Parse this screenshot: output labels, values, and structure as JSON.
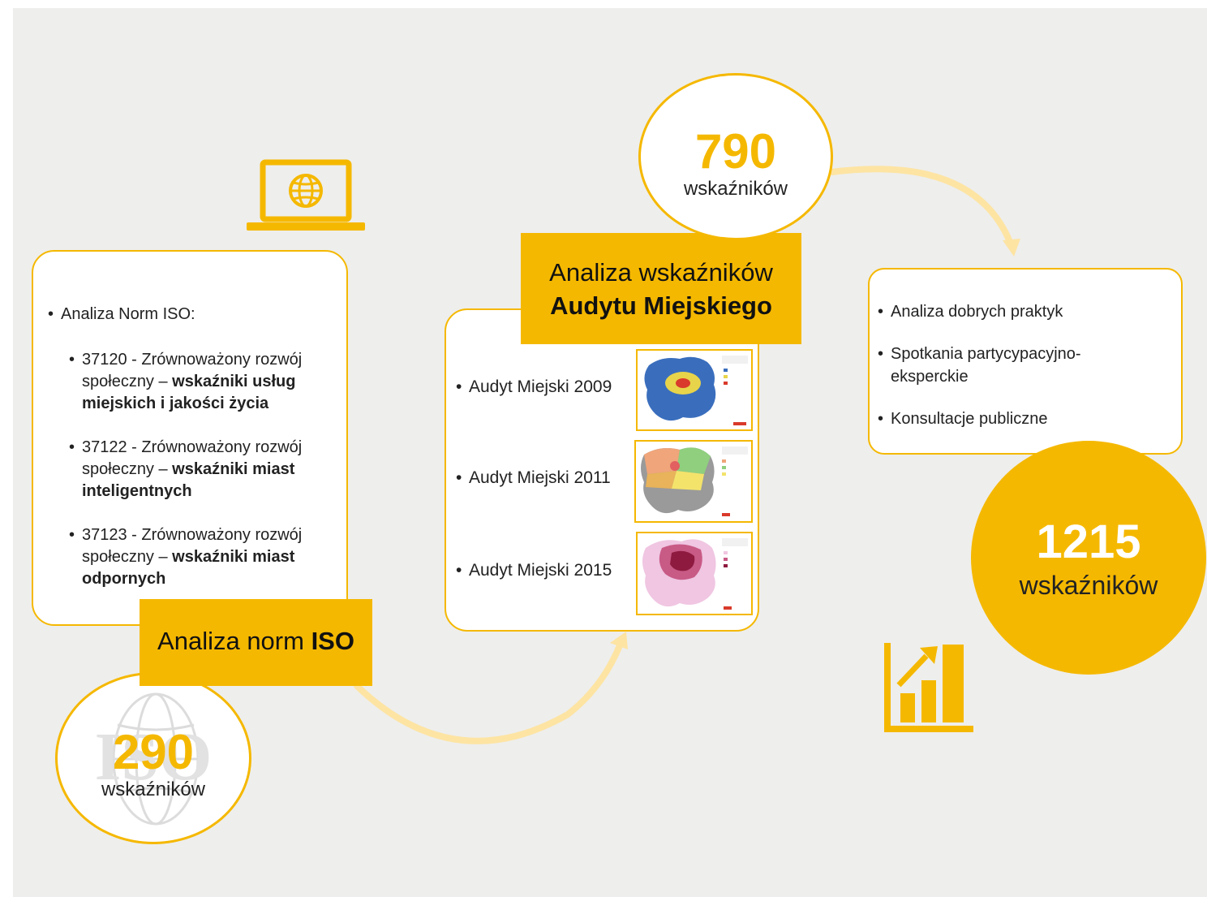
{
  "colors": {
    "accent": "#f5b800",
    "background": "#eeeeec",
    "card": "#ffffff",
    "arrow": "#fde4a3"
  },
  "icons": [
    "laptop-globe-icon",
    "globe-watermark-icon",
    "bar-chart-growth-icon"
  ],
  "iso": {
    "label_prefix": "Analiza norm ",
    "label_bold": "ISO",
    "intro": "Analiza Norm ISO:",
    "items": [
      {
        "plain": "37120 - Zrównoważony rozwój społeczny – ",
        "bold": "wskaźniki usług miejskich i jakości życia"
      },
      {
        "plain": "37122 - Zrównoważony rozwój społeczny – ",
        "bold": "wskaźniki miast inteligentnych"
      },
      {
        "plain": "37123 - Zrównoważony rozwój społeczny –  ",
        "bold": "wskaźniki miast odpornych"
      }
    ],
    "count": "290",
    "count_label": "wskaźników",
    "watermark_text": "ISO"
  },
  "audit": {
    "label_line1": "Analiza wskaźników",
    "label_line2": "Audytu Miejskiego",
    "items": [
      "Audyt Miejski 2009",
      "Audyt Miejski 2011",
      "Audyt Miejski 2015"
    ],
    "count": "790",
    "count_label": "wskaźników"
  },
  "practice": {
    "items": [
      "Analiza dobrych praktyk",
      "Spotkania partycypacyjno-eksperckie",
      "Konsultacje publiczne"
    ],
    "count": "1215",
    "count_label": "wskaźników"
  }
}
